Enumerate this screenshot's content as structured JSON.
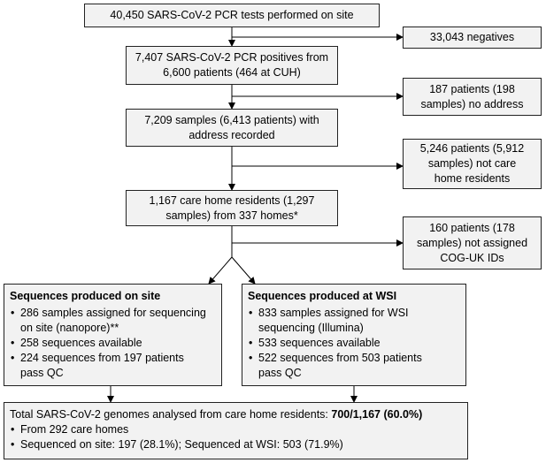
{
  "flow": {
    "tests": {
      "lines": [
        "40,450 SARS-CoV-2 PCR tests performed on site"
      ]
    },
    "negatives": {
      "lines": [
        "33,043 negatives"
      ]
    },
    "positives": {
      "lines": [
        "7,407 SARS-CoV-2 PCR positives from",
        "6,600 patients (464 at CUH)"
      ]
    },
    "no_address": {
      "lines": [
        "187 patients (198",
        "samples) no address"
      ]
    },
    "address": {
      "lines": [
        "7,209 samples (6,413 patients) with",
        "address recorded"
      ]
    },
    "not_care_home": {
      "lines": [
        "5,246 patients (5,912",
        "samples) not care",
        "home residents"
      ]
    },
    "care_home": {
      "lines": [
        "1,167 care home residents (1,297",
        "samples) from 337 homes*"
      ]
    },
    "not_assigned": {
      "lines": [
        "160 patients (178",
        "samples) not assigned",
        "COG-UK IDs"
      ]
    },
    "onsite": {
      "title": "Sequences produced on site",
      "items": [
        [
          "286 samples assigned for sequencing",
          "on site (nanopore)**"
        ],
        [
          "258 sequences available"
        ],
        [
          "224 sequences from 197 patients",
          "pass QC"
        ]
      ]
    },
    "wsi": {
      "title": "Sequences produced at WSI",
      "items": [
        [
          "833 samples assigned for WSI",
          "sequencing (Illumina)"
        ],
        [
          "533 sequences available"
        ],
        [
          "522 sequences from 503 patients",
          "pass QC"
        ]
      ]
    },
    "total": {
      "lead": "Total SARS-CoV-2 genomes analysed from care home residents: ",
      "emphasis": "700/1,167 (60.0%)",
      "items": [
        [
          "From 292 care homes"
        ],
        [
          "Sequenced on site: 197 (28.1%); Sequenced at WSI: 503 (71.9%)"
        ]
      ]
    }
  }
}
